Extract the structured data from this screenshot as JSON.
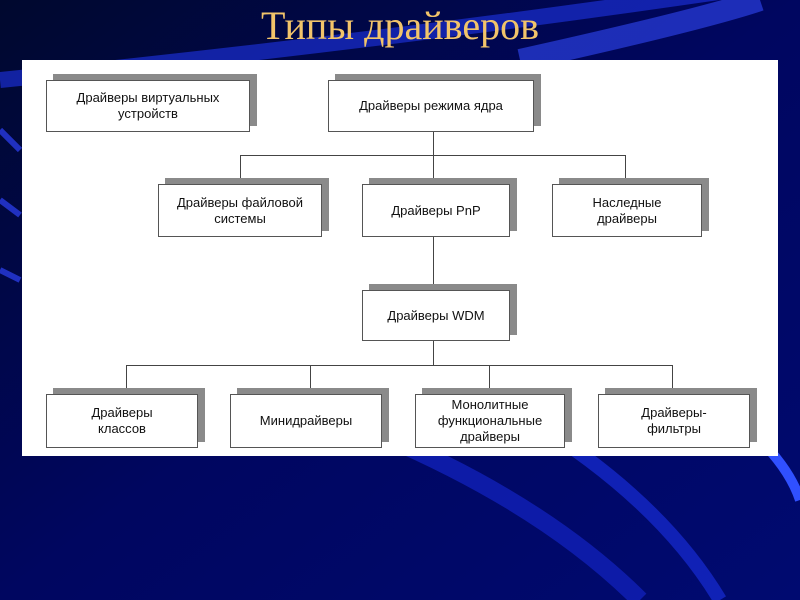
{
  "slide": {
    "title": "Типы драйверов"
  },
  "diagram": {
    "nodes": {
      "virtual": "Драйверы виртуальных устройств",
      "kernel": "Драйверы режима ядра",
      "filesystem": "Драйверы файловой системы",
      "pnp": "Драйверы PnP",
      "legacy": "Наследные драйверы",
      "wdm": "Драйверы WDM",
      "class": "Драйверы классов",
      "mini": "Минидрайверы",
      "monolithic": "Монолитные функциональные драйверы",
      "filter": "Драйверы-фильтры"
    },
    "colors": {
      "title": "#f2c46a",
      "background": "#000a4a",
      "shadow": "#8a8a8a"
    }
  }
}
